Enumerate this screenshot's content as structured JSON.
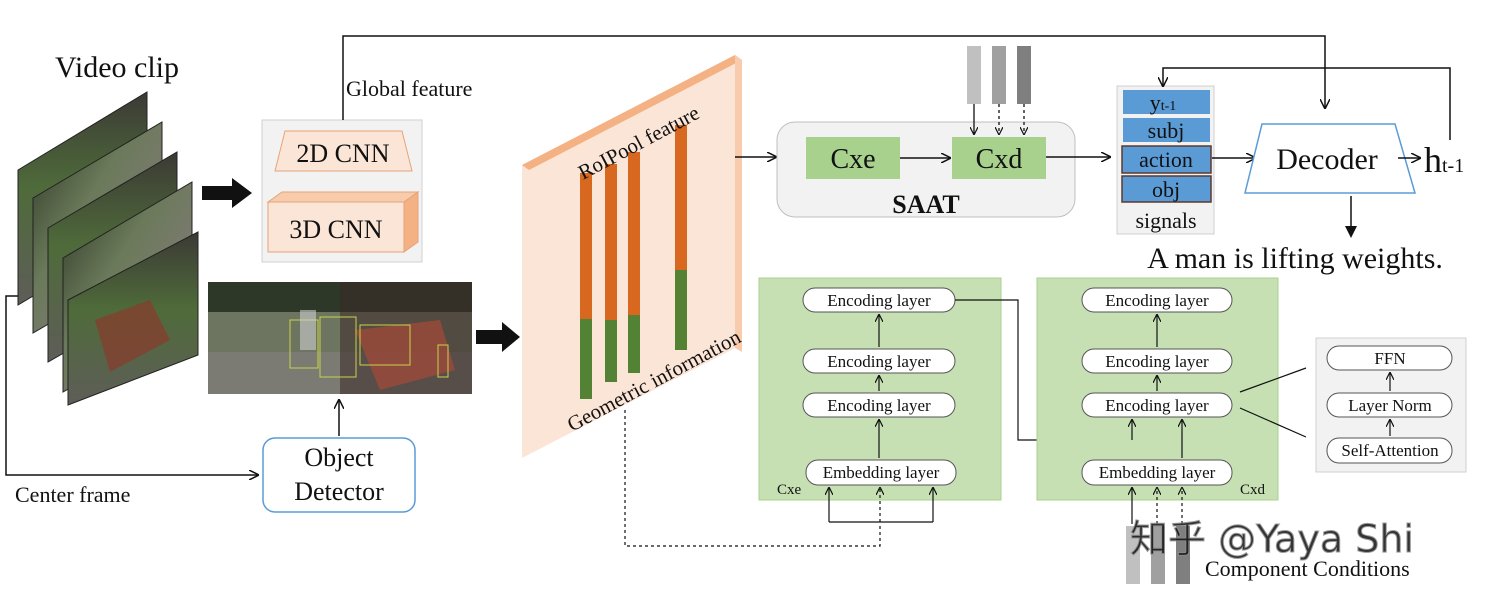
{
  "labels": {
    "video_clip": "Video clip",
    "global_feature": "Global feature",
    "cnn_2d": "2D CNN",
    "cnn_3d": "3D CNN",
    "center_frame": "Center frame",
    "object_detector_line1": "Object",
    "object_detector_line2": "Detector",
    "roipool_feature": "RoIPool feature",
    "geometric_information": "Geometric information",
    "cxe": "Cxe",
    "cxd": "Cxd",
    "saat": "SAAT",
    "signals": "signals",
    "decoder": "Decoder",
    "h_base": "h",
    "h_sub": "t-1",
    "caption": "A man is lifting weights.",
    "component_conditions": "Component Conditions",
    "watermark": "知乎 @Yaya Shi"
  },
  "signals": {
    "y_base": "y",
    "y_sub": "t-1",
    "subj": "subj",
    "action": "action",
    "obj": "obj"
  },
  "encoder_block": {
    "corner_label": "Cxe",
    "layers": [
      "Encoding layer",
      "Encoding layer",
      "Encoding layer"
    ],
    "embedding": "Embedding layer"
  },
  "decoder_block": {
    "corner_label": "Cxd",
    "layers": [
      "Encoding layer",
      "Encoding layer",
      "Encoding layer"
    ],
    "embedding": "Embedding layer"
  },
  "detail_block": {
    "ffn": "FFN",
    "layer_norm": "Layer Norm",
    "self_attention": "Self-Attention"
  },
  "colors": {
    "green_block": "#c6e0b4",
    "green_box": "#a9d18e",
    "signal_blue": "#5b9bd5",
    "orange_bar": "#d8681f",
    "green_bar": "#548235",
    "peach": "#fbe5d6",
    "detector_border": "#5b9bd5",
    "panel_gray": "#f2f2f2"
  }
}
